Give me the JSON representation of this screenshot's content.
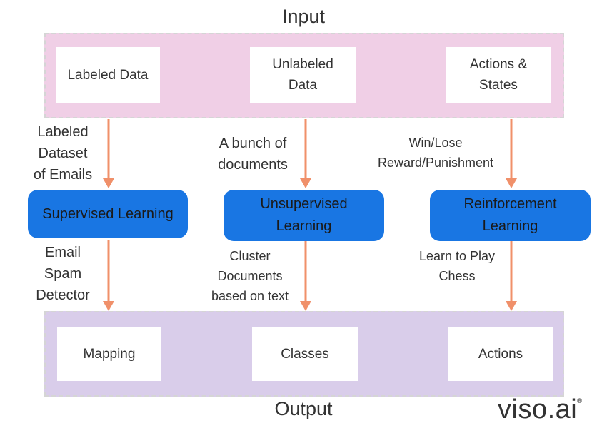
{
  "input_title": "Input",
  "output_title": "Output",
  "inputs": [
    "Labeled Data",
    "Unlabeled\nData",
    "Actions &\nStates"
  ],
  "methods": [
    "Supervised Learning",
    "Unsupervised\nLearning",
    "Reinforcement\nLearning"
  ],
  "outputs": [
    "Mapping",
    "Classes",
    "Actions"
  ],
  "top_labels": [
    "Labeled\nDataset\nof Emails",
    "A bunch of\ndocuments",
    "Win/Lose\nReward/Punishment"
  ],
  "bottom_labels": [
    "Email\nSpam\nDetector",
    "Cluster\nDocuments\nbased on text",
    "Learn to Play\nChess"
  ],
  "logo": {
    "text": "viso.ai",
    "mark": "®"
  },
  "colors": {
    "input_band": "#f0cfe6",
    "output_band": "#d9cdea",
    "method_fill": "#1976e3",
    "arrow": "#f0906a"
  }
}
